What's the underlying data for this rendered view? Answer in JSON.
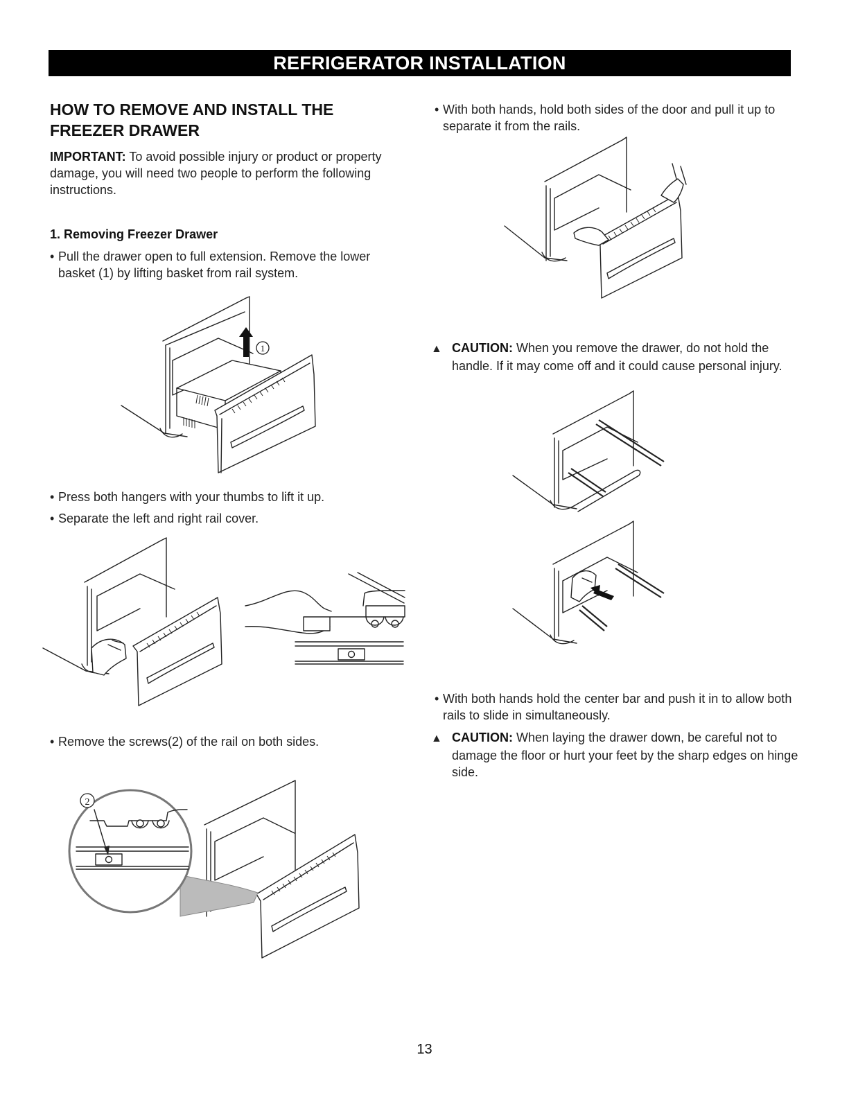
{
  "header": {
    "title": "REFRIGERATOR INSTALLATION"
  },
  "left": {
    "section_title": "HOW TO REMOVE AND INSTALL THE FREEZER DRAWER",
    "important_label": "IMPORTANT:",
    "important_text": "To avoid possible injury or product or property damage, you will need two people to perform the following instructions.",
    "step1_title": "1. Removing Freezer Drawer",
    "bullet1": "Pull the drawer open to full extension. Remove the lower basket (1) by lifting basket from rail system.",
    "callout_1": "①",
    "bullet2": "Press both hangers with your thumbs to lift it up.",
    "bullet3": "Separate the left and right rail cover.",
    "bullet4": "Remove the screws(2) of the rail on both sides.",
    "callout_2": "②"
  },
  "right": {
    "bullet1": "With both hands, hold both sides of the door and pull it up to separate it from the rails.",
    "caution1_label": "CAUTION:",
    "caution1_text": "When you remove the drawer, do not hold the handle. If it may come off and it could cause personal injury.",
    "bullet2": "With both hands hold the center bar and push it in to allow both rails to slide in simultaneously.",
    "caution2_label": "CAUTION:",
    "caution2_text": "When laying the drawer down, be careful not to damage the floor or hurt your feet by the sharp edges on hinge side."
  },
  "icons": {
    "bullet": "bullet-dot",
    "warning": "warning-triangle-icon"
  },
  "footer": {
    "page_number": "13"
  }
}
